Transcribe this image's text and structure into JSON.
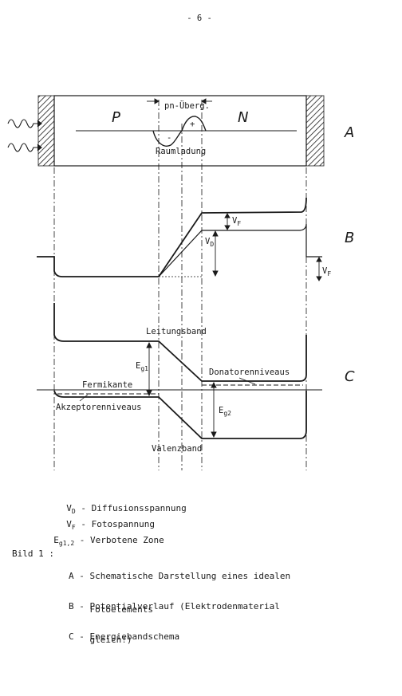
{
  "page_number": "- 6 -",
  "panel_a": {
    "label": "A",
    "p_label": "P",
    "n_label": "N",
    "junction_label": "pn-Überg.",
    "space_charge_label": "Raumladung",
    "minus_sign": "-",
    "plus_sign": "+"
  },
  "panel_b": {
    "label": "B",
    "vf_label": "V",
    "vf_sub": "F",
    "vd_label": "V",
    "vd_sub": "D",
    "vf_right_label": "V",
    "vf_right_sub": "F"
  },
  "panel_c": {
    "label": "C",
    "conduction_band": "Leitungsband",
    "donor_levels": "Donatorenniveaus",
    "fermi_edge": "Fermikante",
    "acceptor_levels": "Akzeptorenniveaus",
    "valence_band": "Valenzband",
    "eg1_label": "E",
    "eg1_sub": "g1",
    "eg2_label": "E",
    "eg2_sub": "g2"
  },
  "legend": [
    {
      "symbol": "V",
      "sub": "D",
      "text": " - Diffusionsspannung"
    },
    {
      "symbol": "V",
      "sub": "F",
      "text": " - Fotospannung"
    },
    {
      "symbol": "E",
      "sub": "g1,2",
      "text": " - Verbotene Zone"
    }
  ],
  "caption": {
    "prefix": "Bild 1 : ",
    "items": [
      {
        "key": "A",
        "line1": "A - Schematische Darstellung eines idealen",
        "line2": "    Fotoelements"
      },
      {
        "key": "B",
        "line1": "B - Potentialverlauf (Elektrodenmaterial",
        "line2": "    gleich!)"
      },
      {
        "key": "C",
        "line1": "C - Energiebandschema",
        "line2": ""
      }
    ]
  }
}
